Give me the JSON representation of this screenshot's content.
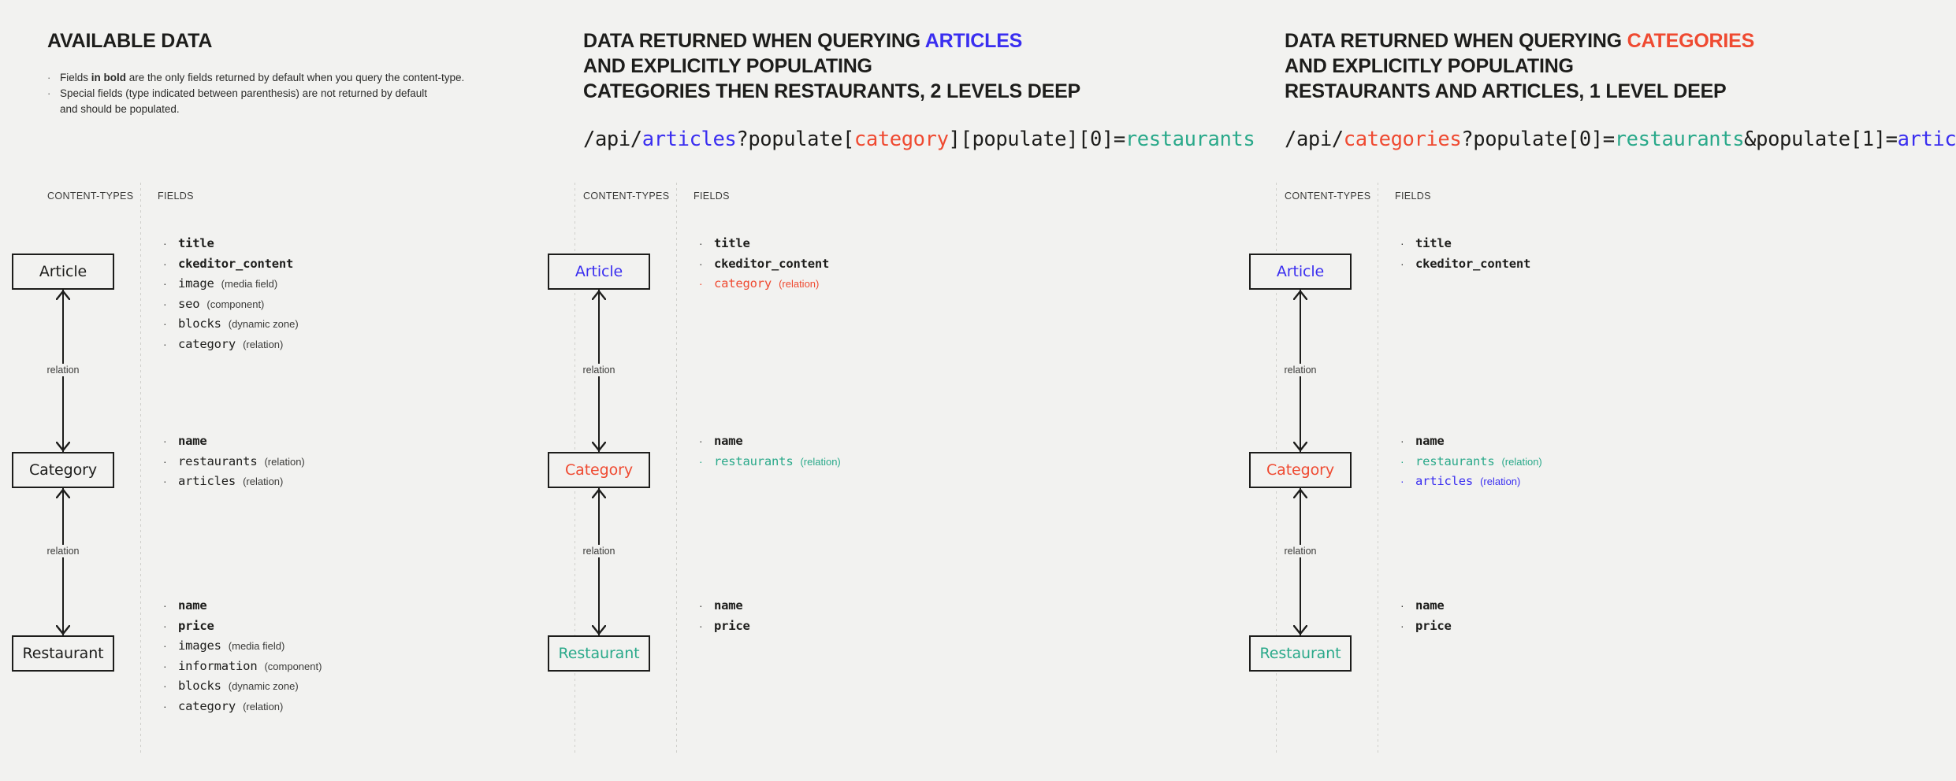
{
  "colors": {
    "background": "#f2f2f0",
    "ink": "#1d1d1b",
    "blue": "#3a2ef0",
    "red": "#ef4a31",
    "teal": "#2aa98a",
    "muted": "#3b3b39"
  },
  "column_labels": {
    "content_types": "CONTENT-TYPES",
    "fields": "FIELDS"
  },
  "relation_label": "relation",
  "panels": [
    {
      "id": "available-data",
      "title_lines": [
        [
          {
            "text": "AVAILABLE DATA",
            "color": "ink"
          }
        ]
      ],
      "bullets": [
        {
          "pre": "Fields ",
          "bold": "in bold",
          "post": " are the only fields returned by default when you query the content-type."
        },
        {
          "pre": "Special fields (type indicated between parenthesis) are not returned by default",
          "bold": "",
          "post": ""
        },
        {
          "pre": "and should be populated.",
          "bold": "",
          "post": "",
          "continuation": true
        }
      ],
      "api": null,
      "nodes": [
        {
          "label": "Article",
          "color": "ink"
        },
        {
          "label": "Category",
          "color": "ink"
        },
        {
          "label": "Restaurant",
          "color": "ink"
        }
      ],
      "groups": [
        {
          "for": "Article",
          "rows": [
            {
              "name": "title",
              "type": "",
              "bold": true,
              "color": "ink"
            },
            {
              "name": "ckeditor_content",
              "type": "",
              "bold": true,
              "color": "ink"
            },
            {
              "name": "image",
              "type": "(media field)",
              "bold": false,
              "color": "ink"
            },
            {
              "name": "seo",
              "type": "(component)",
              "bold": false,
              "color": "ink"
            },
            {
              "name": "blocks",
              "type": "(dynamic zone)",
              "bold": false,
              "color": "ink"
            },
            {
              "name": "category",
              "type": "(relation)",
              "bold": false,
              "color": "ink"
            }
          ]
        },
        {
          "for": "Category",
          "rows": [
            {
              "name": "name",
              "type": "",
              "bold": true,
              "color": "ink"
            },
            {
              "name": "restaurants",
              "type": "(relation)",
              "bold": false,
              "color": "ink"
            },
            {
              "name": "articles",
              "type": "(relation)",
              "bold": false,
              "color": "ink"
            }
          ]
        },
        {
          "for": "Restaurant",
          "rows": [
            {
              "name": "name",
              "type": "",
              "bold": true,
              "color": "ink"
            },
            {
              "name": "price",
              "type": "",
              "bold": true,
              "color": "ink"
            },
            {
              "name": "images",
              "type": "(media field)",
              "bold": false,
              "color": "ink"
            },
            {
              "name": "information",
              "type": "(component)",
              "bold": false,
              "color": "ink"
            },
            {
              "name": "blocks",
              "type": "(dynamic zone)",
              "bold": false,
              "color": "ink"
            },
            {
              "name": "category",
              "type": "(relation)",
              "bold": false,
              "color": "ink"
            }
          ]
        }
      ]
    },
    {
      "id": "query-articles",
      "title_lines": [
        [
          {
            "text": "DATA RETURNED WHEN QUERYING ",
            "color": "ink"
          },
          {
            "text": "ARTICLES",
            "color": "blue"
          }
        ],
        [
          {
            "text": "AND EXPLICITLY POPULATING",
            "color": "ink"
          }
        ],
        [
          {
            "text": "CATEGORIES THEN RESTAURANTS, 2 LEVELS DEEP",
            "color": "ink"
          }
        ]
      ],
      "bullets": [],
      "api": [
        {
          "text": "/api/",
          "color": "ink"
        },
        {
          "text": "articles",
          "color": "blue"
        },
        {
          "text": "?populate[",
          "color": "ink"
        },
        {
          "text": "category",
          "color": "red"
        },
        {
          "text": "][populate][0]=",
          "color": "ink"
        },
        {
          "text": "restaurants",
          "color": "teal"
        }
      ],
      "nodes": [
        {
          "label": "Article",
          "color": "blue"
        },
        {
          "label": "Category",
          "color": "red"
        },
        {
          "label": "Restaurant",
          "color": "teal"
        }
      ],
      "groups": [
        {
          "for": "Article",
          "rows": [
            {
              "name": "title",
              "type": "",
              "bold": true,
              "color": "ink"
            },
            {
              "name": "ckeditor_content",
              "type": "",
              "bold": true,
              "color": "ink"
            },
            {
              "name": "category",
              "type": "(relation)",
              "bold": false,
              "color": "red"
            }
          ]
        },
        {
          "for": "Category",
          "rows": [
            {
              "name": "name",
              "type": "",
              "bold": true,
              "color": "ink"
            },
            {
              "name": "restaurants",
              "type": "(relation)",
              "bold": false,
              "color": "teal"
            }
          ]
        },
        {
          "for": "Restaurant",
          "rows": [
            {
              "name": "name",
              "type": "",
              "bold": true,
              "color": "ink"
            },
            {
              "name": "price",
              "type": "",
              "bold": true,
              "color": "ink"
            }
          ]
        }
      ]
    },
    {
      "id": "query-categories",
      "title_lines": [
        [
          {
            "text": "DATA RETURNED WHEN QUERYING ",
            "color": "ink"
          },
          {
            "text": "CATEGORIES",
            "color": "red"
          }
        ],
        [
          {
            "text": "AND EXPLICITLY POPULATING",
            "color": "ink"
          }
        ],
        [
          {
            "text": "RESTAURANTS AND ARTICLES, 1 LEVEL DEEP",
            "color": "ink"
          }
        ]
      ],
      "bullets": [],
      "api": [
        {
          "text": "/api/",
          "color": "ink"
        },
        {
          "text": "categories",
          "color": "red"
        },
        {
          "text": "?populate[0]=",
          "color": "ink"
        },
        {
          "text": "restaurants",
          "color": "teal"
        },
        {
          "text": "&populate[1]=",
          "color": "ink"
        },
        {
          "text": "articles",
          "color": "blue"
        }
      ],
      "nodes": [
        {
          "label": "Article",
          "color": "blue"
        },
        {
          "label": "Category",
          "color": "red"
        },
        {
          "label": "Restaurant",
          "color": "teal"
        }
      ],
      "groups": [
        {
          "for": "Article",
          "rows": [
            {
              "name": "title",
              "type": "",
              "bold": true,
              "color": "ink"
            },
            {
              "name": "ckeditor_content",
              "type": "",
              "bold": true,
              "color": "ink"
            }
          ]
        },
        {
          "for": "Category",
          "rows": [
            {
              "name": "name",
              "type": "",
              "bold": true,
              "color": "ink"
            },
            {
              "name": "restaurants",
              "type": "(relation)",
              "bold": false,
              "color": "teal"
            },
            {
              "name": "articles",
              "type": "(relation)",
              "bold": false,
              "color": "blue"
            }
          ]
        },
        {
          "for": "Restaurant",
          "rows": [
            {
              "name": "name",
              "type": "",
              "bold": true,
              "color": "ink"
            },
            {
              "name": "price",
              "type": "",
              "bold": true,
              "color": "ink"
            }
          ]
        }
      ]
    }
  ]
}
